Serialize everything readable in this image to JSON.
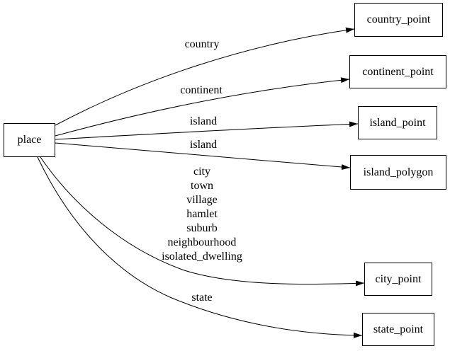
{
  "diagram": {
    "type": "graphviz-digraph",
    "nodes": [
      {
        "id": "place",
        "label": "place"
      },
      {
        "id": "country_point",
        "label": "country_point"
      },
      {
        "id": "continent_point",
        "label": "continent_point"
      },
      {
        "id": "island_point",
        "label": "island_point"
      },
      {
        "id": "island_polygon",
        "label": "island_polygon"
      },
      {
        "id": "city_point",
        "label": "city_point"
      },
      {
        "id": "state_point",
        "label": "state_point"
      }
    ],
    "edges": [
      {
        "from": "place",
        "to": "country_point",
        "label": "country"
      },
      {
        "from": "place",
        "to": "continent_point",
        "label": "continent"
      },
      {
        "from": "place",
        "to": "island_point",
        "label": "island"
      },
      {
        "from": "place",
        "to": "island_polygon",
        "label": "island"
      },
      {
        "from": "place",
        "to": "city_point",
        "label": "city\ntown\nvillage\nhamlet\nsuburb\nneighbourhood\nisolated_dwelling"
      },
      {
        "from": "place",
        "to": "state_point",
        "label": "state"
      }
    ],
    "colors": {
      "background": "#ffffff",
      "node_border": "#000000",
      "edge": "#000000",
      "text": "#000000"
    }
  }
}
